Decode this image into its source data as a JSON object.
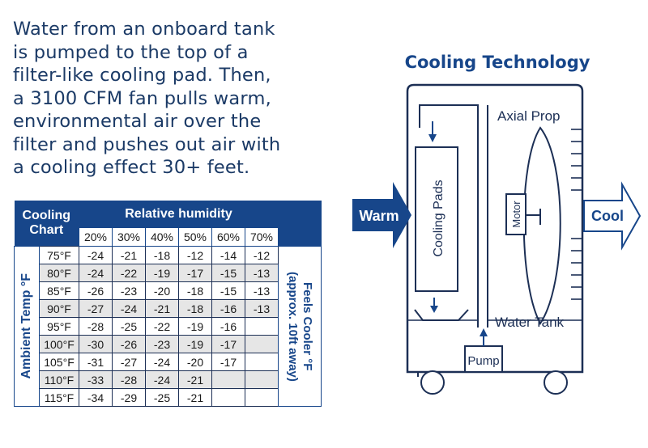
{
  "intro": {
    "lines": [
      "Water from an onboard tank",
      "is pumped to the top of a",
      "filter-like cooling pad. Then,",
      "a 3100 CFM fan pulls warm,",
      "environmental air over the",
      "filter and pushes out air with",
      "a cooling effect 30+ feet."
    ]
  },
  "table": {
    "corner_line1": "Cooling",
    "corner_line2": "Chart",
    "humidity_title": "Relative humidity",
    "humidity_levels": [
      "20%",
      "30%",
      "40%",
      "50%",
      "60%",
      "70%"
    ],
    "row_axis_label": "Ambient Temp °F",
    "result_label_line1": "Feels Cooler °F",
    "result_label_line2": "(approx. 10ft away)",
    "rows": [
      {
        "temp": "75°F",
        "values": [
          "-24",
          "-21",
          "-18",
          "-12",
          "-14",
          "-12"
        ]
      },
      {
        "temp": "80°F",
        "values": [
          "-24",
          "-22",
          "-19",
          "-17",
          "-15",
          "-13"
        ]
      },
      {
        "temp": "85°F",
        "values": [
          "-26",
          "-23",
          "-20",
          "-18",
          "-15",
          "-13"
        ]
      },
      {
        "temp": "90°F",
        "values": [
          "-27",
          "-24",
          "-21",
          "-18",
          "-16",
          "-13"
        ]
      },
      {
        "temp": "95°F",
        "values": [
          "-28",
          "-25",
          "-22",
          "-19",
          "-16",
          ""
        ]
      },
      {
        "temp": "100°F",
        "values": [
          "-30",
          "-26",
          "-23",
          "-19",
          "-17",
          ""
        ]
      },
      {
        "temp": "105°F",
        "values": [
          "-31",
          "-27",
          "-24",
          "-20",
          "-17",
          ""
        ]
      },
      {
        "temp": "110°F",
        "values": [
          "-33",
          "-28",
          "-24",
          "-21",
          "",
          ""
        ]
      },
      {
        "temp": "115°F",
        "values": [
          "-34",
          "-29",
          "-25",
          "-21",
          "",
          ""
        ]
      }
    ]
  },
  "diagram": {
    "title": "Cooling Technology",
    "warm_label": "Warm",
    "cool_label": "Cool",
    "pads_label": "Cooling Pads",
    "fan_label": "Axial Prop",
    "motor_label": "Motor",
    "tank_label": "Water Tank",
    "pump_label": "Pump",
    "colors": {
      "navy": "#17468a",
      "line": "#1c2f55"
    }
  }
}
